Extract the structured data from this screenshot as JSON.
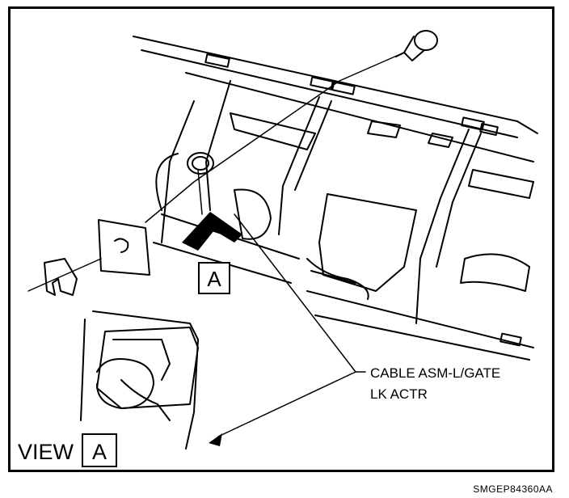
{
  "callout": {
    "line1": "CABLE ASM-L/GATE",
    "line2": "LK ACTR"
  },
  "view_label": {
    "word": "VIEW",
    "letter": "A"
  },
  "detail_marker": "A",
  "figure_code": "SMGEP84360AA"
}
